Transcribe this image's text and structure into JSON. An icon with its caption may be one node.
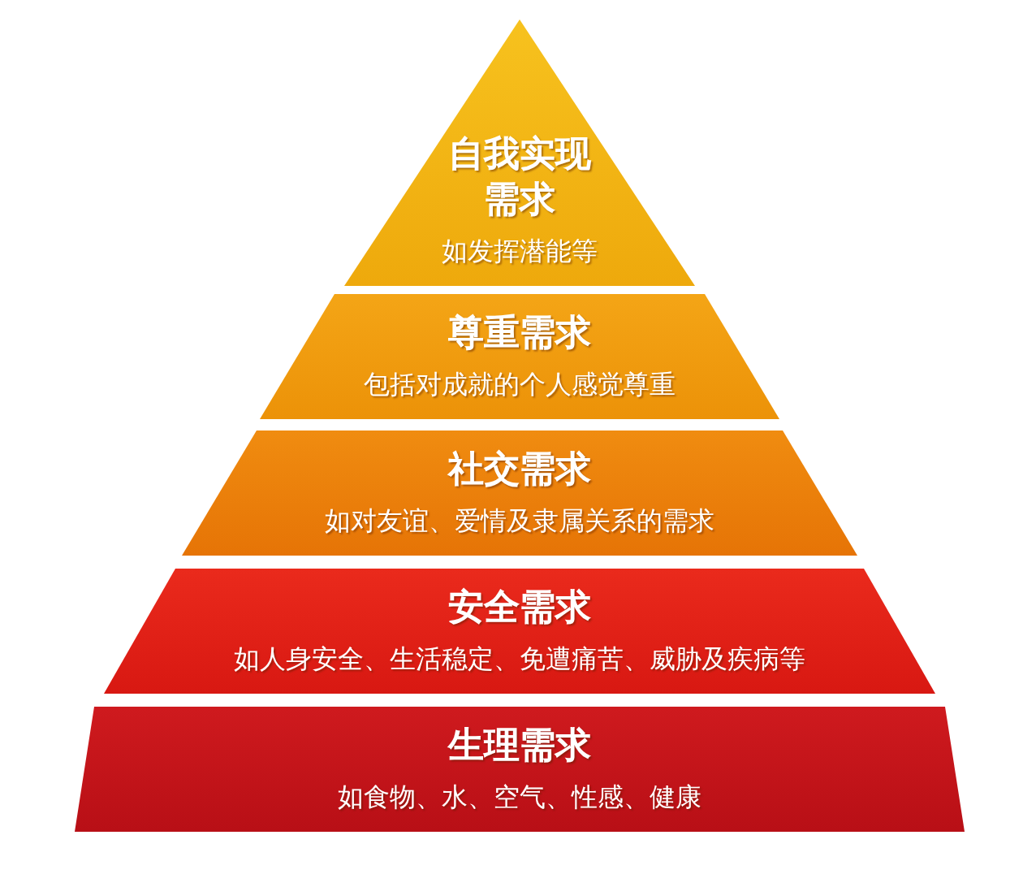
{
  "diagram": {
    "nodes": [
      {
        "text": [
          "自我实现需求",
          "如发挥潜能等"
        ]
      },
      {
        "text": [
          "尊重需求",
          "包括对成就的个人感觉尊重"
        ]
      },
      {
        "text": [
          "社交需求",
          "如对友谊、爱情及隶属关系的需求"
        ]
      },
      {
        "text": [
          "安全需求",
          "如人身安全、生活稳定、免遭痛苦、威胁及疾病等"
        ]
      },
      {
        "text": [
          "生理需求",
          "如食物、水、空气、性感、健康"
        ]
      }
    ]
  }
}
